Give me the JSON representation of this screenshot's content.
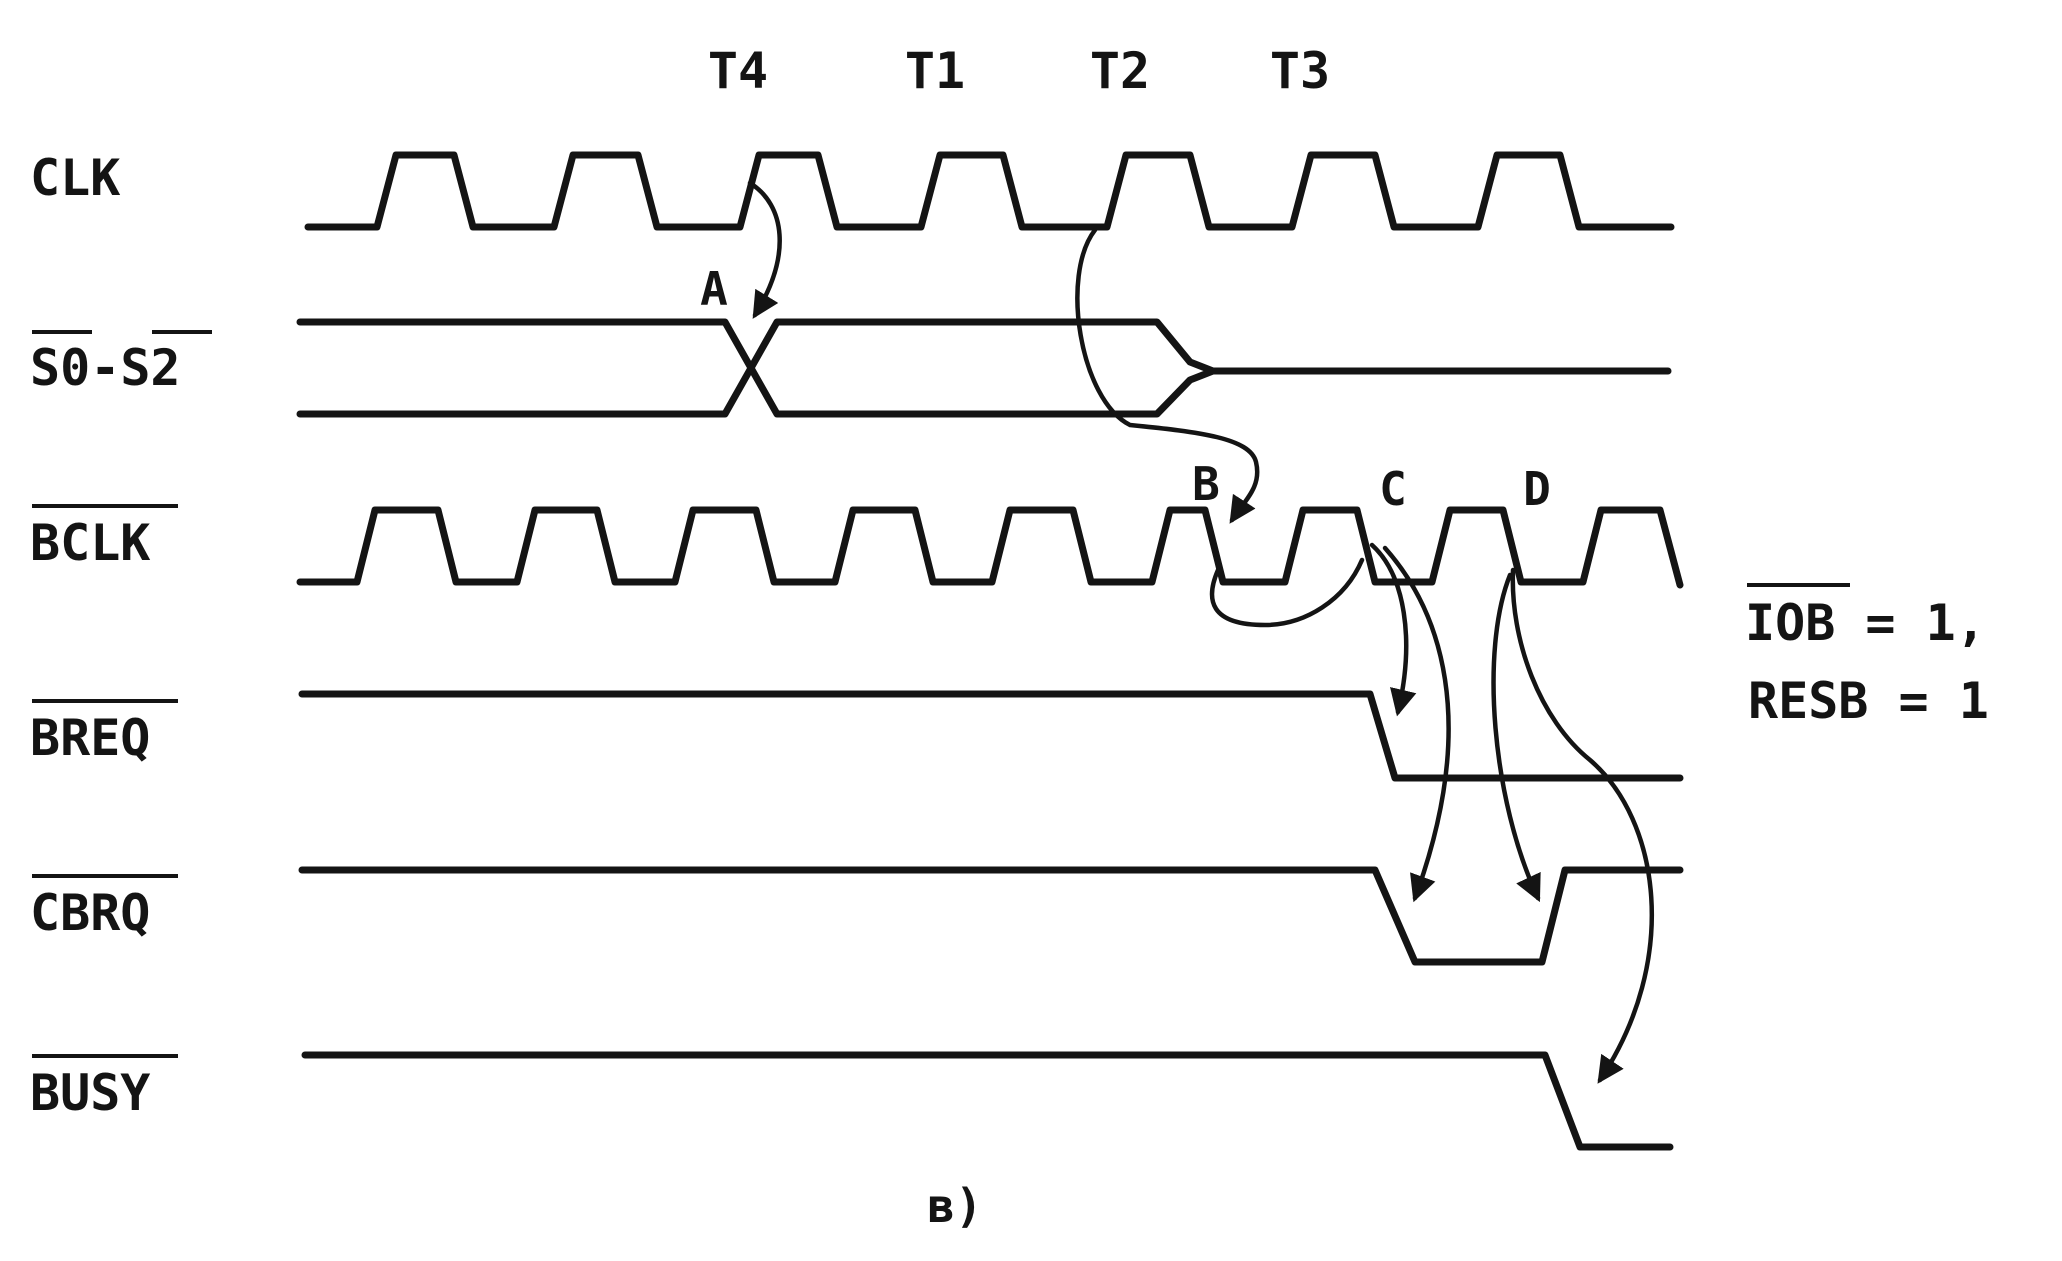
{
  "diagram": {
    "phases": [
      "T4",
      "T1",
      "T2",
      "T3"
    ],
    "signals": {
      "clk": "CLK",
      "s0": "S0",
      "dash": "-",
      "s2": "S2",
      "bclk": "BCLK",
      "breq": "BREQ",
      "cbrq": "CBRQ",
      "busy": "BUSY"
    },
    "markers": [
      "A",
      "B",
      "C",
      "D"
    ],
    "conditions": {
      "iob_name": "IOB",
      "iob_rest": " = 1,",
      "resb": "RESB = 1"
    },
    "caption": "в)"
  }
}
